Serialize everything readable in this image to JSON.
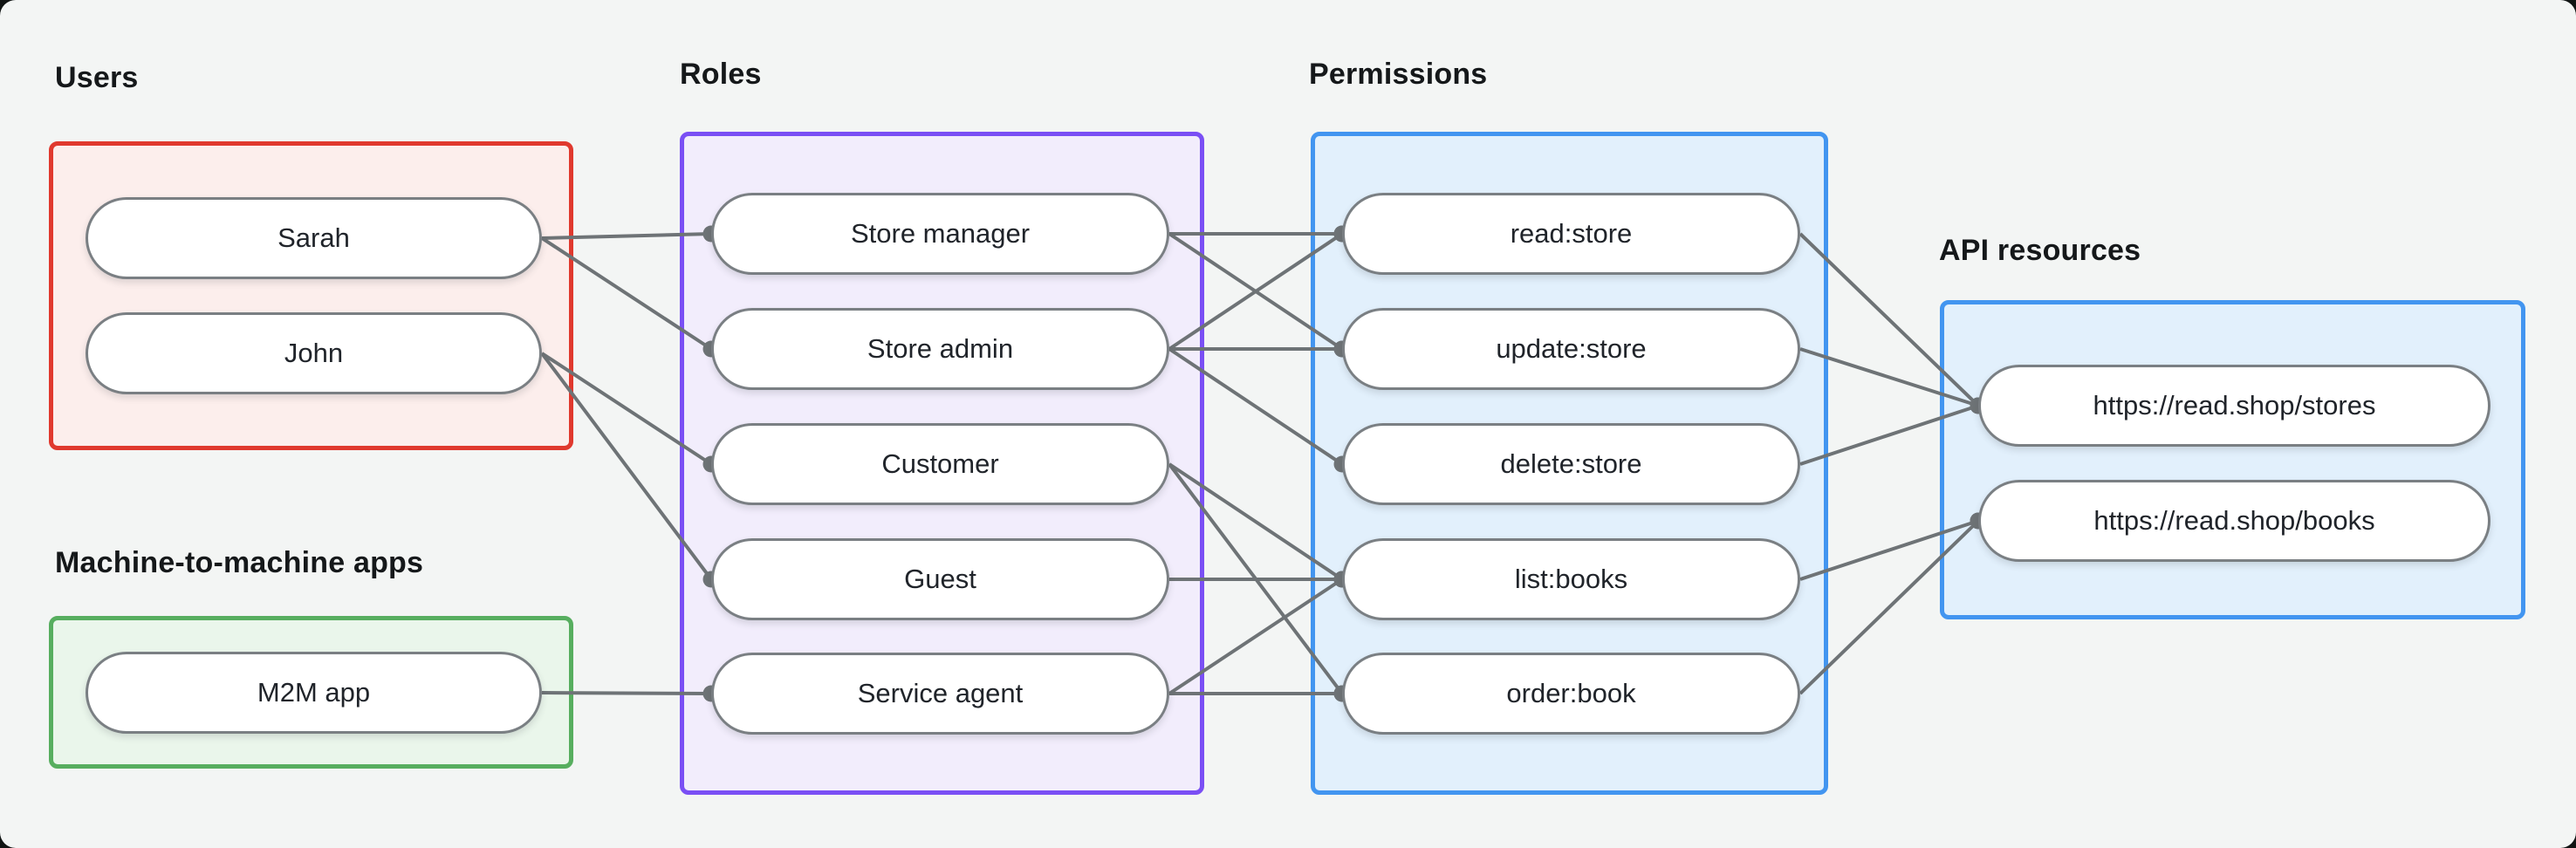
{
  "groups": {
    "users": {
      "heading": "Users",
      "nodes": [
        {
          "id": "sarah",
          "label": "Sarah"
        },
        {
          "id": "john",
          "label": "John"
        }
      ]
    },
    "m2m_apps": {
      "heading": "Machine-to-machine apps",
      "nodes": [
        {
          "id": "m2m-app",
          "label": "M2M app"
        }
      ]
    },
    "roles": {
      "heading": "Roles",
      "nodes": [
        {
          "id": "store-manager",
          "label": "Store manager"
        },
        {
          "id": "store-admin",
          "label": "Store admin"
        },
        {
          "id": "customer",
          "label": "Customer"
        },
        {
          "id": "guest",
          "label": "Guest"
        },
        {
          "id": "service-agent",
          "label": "Service agent"
        }
      ]
    },
    "permissions": {
      "heading": "Permissions",
      "nodes": [
        {
          "id": "read-store",
          "label": "read:store"
        },
        {
          "id": "update-store",
          "label": "update:store"
        },
        {
          "id": "delete-store",
          "label": "delete:store"
        },
        {
          "id": "list-books",
          "label": "list:books"
        },
        {
          "id": "order-book",
          "label": "order:book"
        }
      ]
    },
    "api_resources": {
      "heading": "API resources",
      "nodes": [
        {
          "id": "stores",
          "label": "https://read.shop/stores"
        },
        {
          "id": "books",
          "label": "https://read.shop/books"
        }
      ]
    }
  },
  "edges": [
    {
      "from": "sarah",
      "to": "store-manager"
    },
    {
      "from": "sarah",
      "to": "store-admin"
    },
    {
      "from": "john",
      "to": "customer"
    },
    {
      "from": "john",
      "to": "guest"
    },
    {
      "from": "m2m-app",
      "to": "service-agent"
    },
    {
      "from": "store-manager",
      "to": "read:store",
      "to_id": "read-store"
    },
    {
      "from": "store-manager",
      "to": "update-store"
    },
    {
      "from": "store-admin",
      "to": "read-store"
    },
    {
      "from": "store-admin",
      "to": "update-store"
    },
    {
      "from": "store-admin",
      "to": "delete-store"
    },
    {
      "from": "customer",
      "to": "list-books"
    },
    {
      "from": "customer",
      "to": "order-book"
    },
    {
      "from": "guest",
      "to": "list-books"
    },
    {
      "from": "service-agent",
      "to": "list-books"
    },
    {
      "from": "service-agent",
      "to": "order-book"
    },
    {
      "from": "read-store",
      "to": "stores"
    },
    {
      "from": "update-store",
      "to": "stores"
    },
    {
      "from": "delete-store",
      "to": "stores"
    },
    {
      "from": "list-books",
      "to": "books"
    },
    {
      "from": "order-book",
      "to": "books"
    }
  ],
  "colors": {
    "background": "#101413",
    "panel": "#f3f5f4",
    "line": "#6e7376",
    "dot": "#6e7376",
    "users_border": "#e0392e",
    "users_fill": "#fceeec",
    "m2m_border": "#57ae5f",
    "m2m_fill": "#eaf6eb",
    "roles_border": "#7a4ff4",
    "roles_fill": "#f2edfc",
    "permissions_border": "#4295f0",
    "permissions_fill": "#e2f0fc",
    "api_border": "#4295f0",
    "api_fill": "#e2f0fc",
    "node_border": "#7a7f83",
    "node_fill": "#ffffff",
    "text": "#20242a",
    "heading_text": "#15181a"
  }
}
